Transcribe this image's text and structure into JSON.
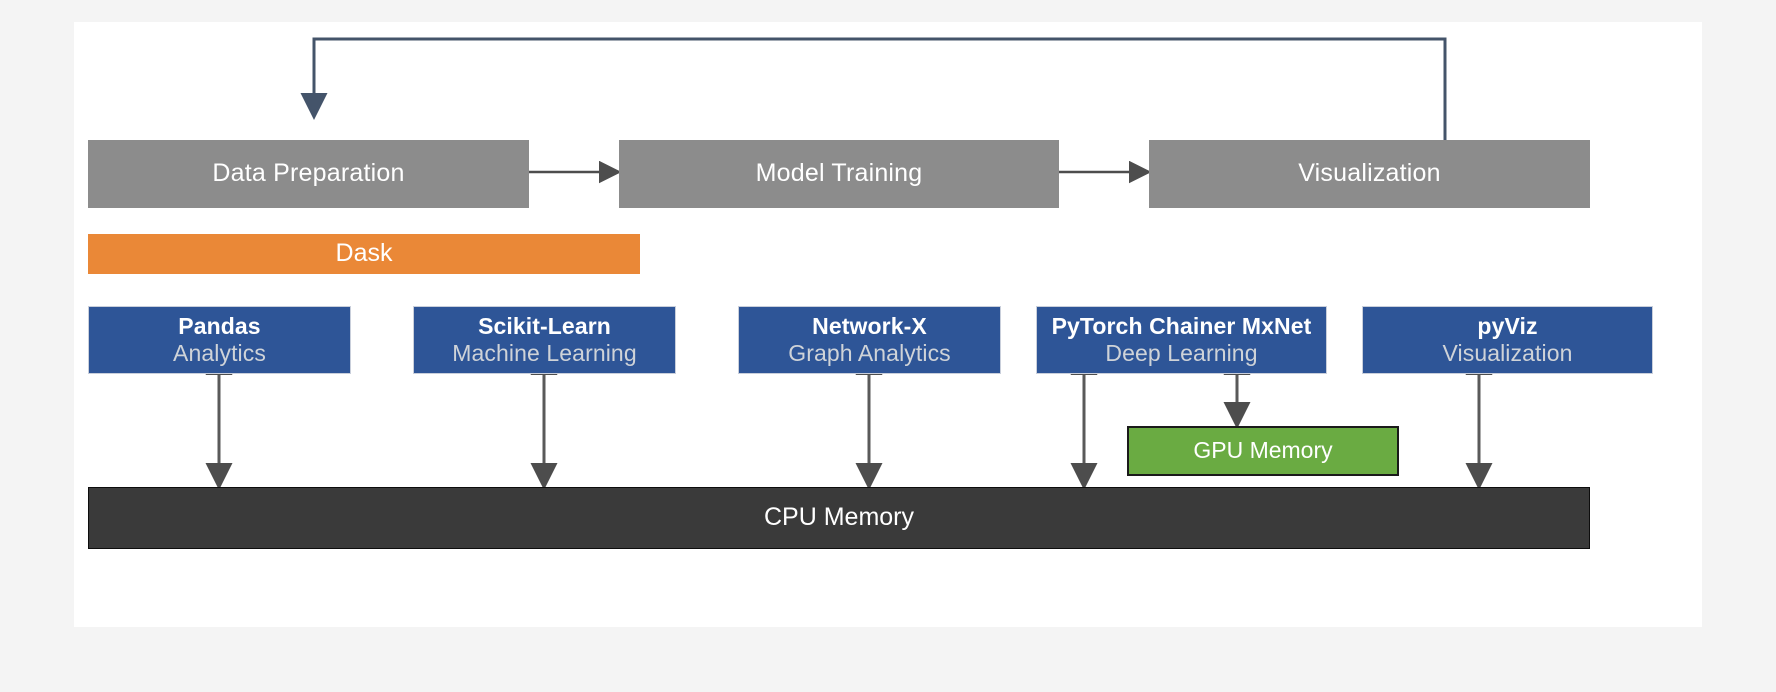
{
  "diagram": {
    "title_present": false,
    "colors": {
      "page_background": "#f4f4f4",
      "canvas_background": "#ffffff",
      "pipeline_box": "#8c8c8c",
      "dask_bar": "#ea8837",
      "library_box": "#2e5597",
      "library_box_border": "#c9cfdb",
      "gpu_memory": "#6aab42",
      "gpu_memory_border": "#1a1a1a",
      "cpu_memory": "#3a3a3a",
      "arrow_gray": "#4d4d4d",
      "arrow_navy": "#44546a",
      "subtitle_text": "#cfd3d8",
      "primary_text": "#ffffff"
    },
    "pipeline": [
      {
        "label": "Data Preparation"
      },
      {
        "label": "Model Training"
      },
      {
        "label": "Visualization"
      }
    ],
    "scheduler": {
      "label": "Dask"
    },
    "libraries": [
      {
        "title": "Pandas",
        "subtitle": "Analytics"
      },
      {
        "title": "Scikit-Learn",
        "subtitle": "Machine Learning"
      },
      {
        "title": "Network-X",
        "subtitle": "Graph Analytics"
      },
      {
        "title": "PyTorch Chainer MxNet",
        "subtitle": "Deep Learning"
      },
      {
        "title": "pyViz",
        "subtitle": "Visualization"
      }
    ],
    "memory": {
      "gpu_label": "GPU Memory",
      "cpu_label": "CPU Memory"
    },
    "connectors": {
      "pipeline_arrows": [
        {
          "from": "Data Preparation",
          "to": "Model Training",
          "kind": "arrow-right"
        },
        {
          "from": "Model Training",
          "to": "Visualization",
          "kind": "arrow-right"
        }
      ],
      "feedback_arrow": {
        "from": "Visualization",
        "to": "Data Preparation",
        "kind": "arrow-down",
        "color": "#44546a"
      },
      "memory_links": [
        {
          "from": "Pandas",
          "to": "CPU Memory",
          "kind": "double-arrow"
        },
        {
          "from": "Scikit-Learn",
          "to": "CPU Memory",
          "kind": "double-arrow"
        },
        {
          "from": "Network-X",
          "to": "CPU Memory",
          "kind": "double-arrow"
        },
        {
          "from": "PyTorch Chainer MxNet",
          "to": "CPU Memory",
          "kind": "double-arrow"
        },
        {
          "from": "PyTorch Chainer MxNet",
          "to": "GPU Memory",
          "kind": "double-arrow"
        },
        {
          "from": "pyViz",
          "to": "CPU Memory",
          "kind": "double-arrow"
        }
      ]
    }
  }
}
